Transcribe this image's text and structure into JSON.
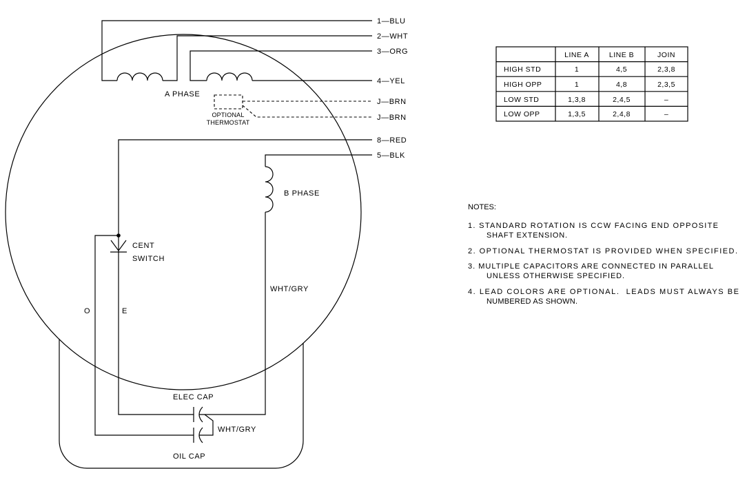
{
  "colors": {
    "ink": "#000000",
    "background": "#ffffff"
  },
  "leads": [
    "1—BLU",
    "2—WHT",
    "3—ORG",
    "4—YEL",
    "J—BRN",
    "J—BRN",
    "8—RED",
    "5—BLK"
  ],
  "labels": {
    "a_phase": "A PHASE",
    "optional": "OPTIONAL",
    "thermostat": "THERMOSTAT",
    "b_phase": "B PHASE",
    "cent": "CENT",
    "switch": "SWITCH",
    "b_return_color": "WHT/GRY",
    "o_line": "O",
    "e_line": "E",
    "elec_cap": "ELEC CAP",
    "jumper_color": "WHT/GRY",
    "oil_cap": "OIL CAP"
  },
  "connection_table": {
    "columns": [
      "LINE A",
      "LINE B",
      "JOIN"
    ],
    "rows": [
      {
        "name": "HIGH STD",
        "line_a": "1",
        "line_b": "4,5",
        "join": "2,3,8"
      },
      {
        "name": "HIGH OPP",
        "line_a": "1",
        "line_b": "4,8",
        "join": "2,3,5"
      },
      {
        "name": "LOW STD",
        "line_a": "1,3,8",
        "line_b": "2,4,5",
        "join": "–"
      },
      {
        "name": "LOW OPP",
        "line_a": "1,3,5",
        "line_b": "2,4,8",
        "join": "–"
      }
    ]
  },
  "notes": {
    "title": "NOTES:",
    "lines": [
      "1. STANDARD ROTATION IS CCW FACING END OPPOSITE",
      "SHAFT EXTENSION.",
      "2. OPTIONAL THERMOSTAT IS PROVIDED WHEN SPECIFIED.",
      "3. MULTIPLE CAPACITORS ARE CONNECTED IN PARALLEL",
      "UNLESS OTHERWISE SPECIFIED.",
      "4. LEAD COLORS ARE OPTIONAL.  LEADS MUST ALWAYS BE",
      "NUMBERED AS SHOWN."
    ]
  }
}
